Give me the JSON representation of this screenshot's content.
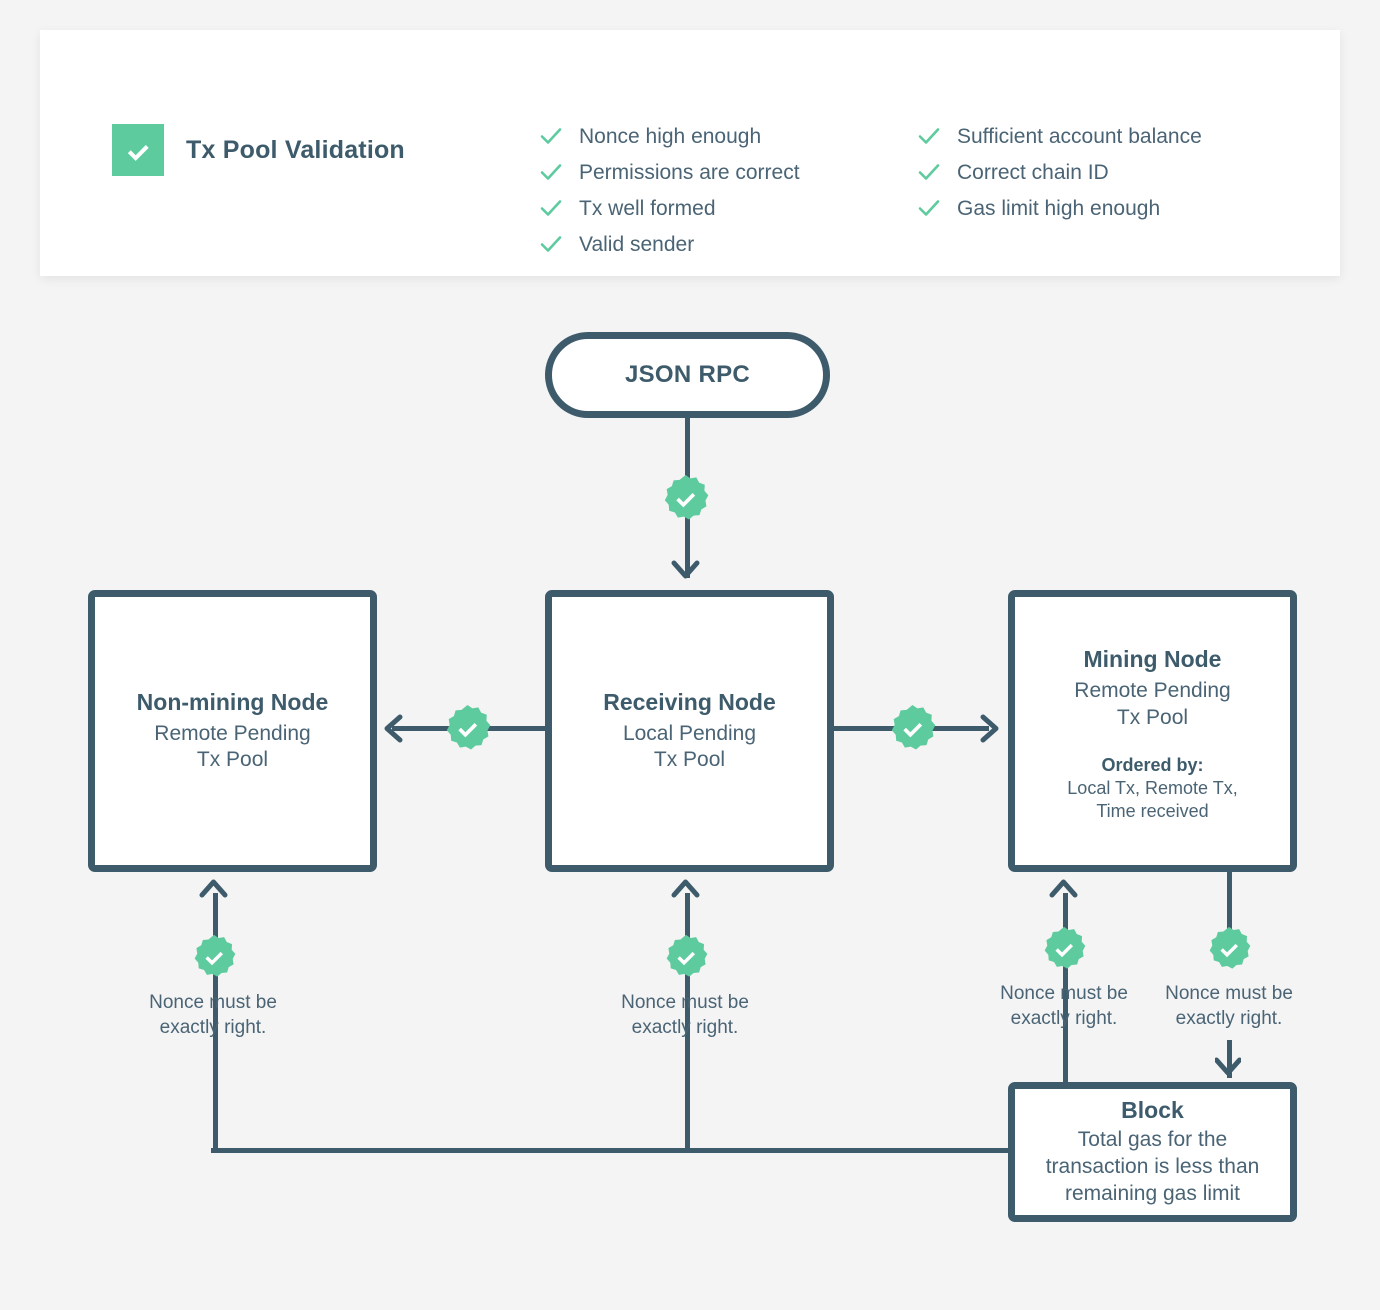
{
  "page": {
    "background": "#f4f4f4",
    "accent_green": "#5ecb9e",
    "ink_navy": "#3d5b6b",
    "card_background": "#ffffff"
  },
  "header_card": {
    "badge_icon": "check-rosette-icon",
    "title": "Tx Pool Validation",
    "checklist_left": [
      {
        "icon": "check-icon",
        "label": "Nonce high enough"
      },
      {
        "icon": "check-icon",
        "label": "Permissions are correct"
      },
      {
        "icon": "check-icon",
        "label": "Tx well formed"
      },
      {
        "icon": "check-icon",
        "label": "Valid sender"
      }
    ],
    "checklist_right": [
      {
        "icon": "check-icon",
        "label": "Sufficient account balance"
      },
      {
        "icon": "check-icon",
        "label": "Correct chain ID"
      },
      {
        "icon": "check-icon",
        "label": "Gas limit high enough"
      }
    ]
  },
  "flow": {
    "entry": {
      "label": "JSON RPC"
    },
    "nodes": {
      "non_mining": {
        "title": "Non-mining Node",
        "subtitle_line1": "Remote Pending",
        "subtitle_line2": "Tx Pool"
      },
      "receiving": {
        "title": "Receiving Node",
        "subtitle_line1": "Local Pending",
        "subtitle_line2": "Tx Pool"
      },
      "mining": {
        "title": "Mining Node",
        "subtitle_line1": "Remote Pending",
        "subtitle_line2": "Tx Pool",
        "ordered_by_label": "Ordered by:",
        "ordered_by_line1": "Local Tx, Remote Tx,",
        "ordered_by_line2": "Time received"
      },
      "block": {
        "title": "Block",
        "subtitle_line1": "Total gas for the",
        "subtitle_line2": "transaction is less than",
        "subtitle_line3": "remaining gas limit"
      }
    },
    "captions": {
      "nonce_left": "Nonce must be\nexactly right.",
      "nonce_center": "Nonce must be\nexactly right.",
      "nonce_mining_in": "Nonce must be\nexactly right.",
      "nonce_mining_out": "Nonce must be\nexactly right."
    },
    "validation_badges": [
      {
        "name": "validation-badge-rpc-to-receiving"
      },
      {
        "name": "validation-badge-receiving-to-non-mining"
      },
      {
        "name": "validation-badge-receiving-to-mining"
      },
      {
        "name": "validation-badge-block-to-non-mining"
      },
      {
        "name": "validation-badge-block-to-receiving"
      },
      {
        "name": "validation-badge-block-to-mining"
      },
      {
        "name": "validation-badge-mining-to-block"
      }
    ]
  }
}
